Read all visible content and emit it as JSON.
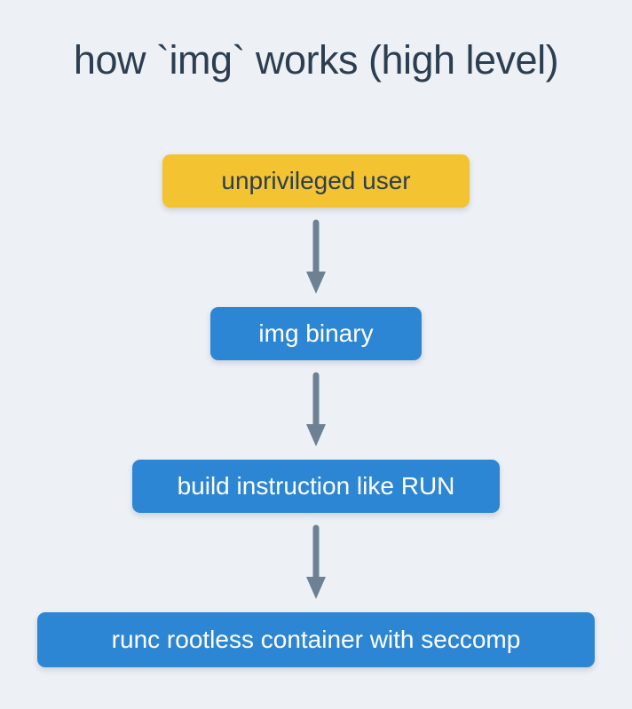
{
  "title": "how `img` works (high level)",
  "flow": {
    "nodes": [
      {
        "id": "unprivileged-user",
        "label": "unprivileged user",
        "type": "start"
      },
      {
        "id": "img-binary",
        "label": "img binary",
        "type": "process"
      },
      {
        "id": "build-instruction",
        "label": "build instruction like RUN",
        "type": "process"
      },
      {
        "id": "runc-rootless",
        "label": "runc rootless container with seccomp",
        "type": "process"
      }
    ],
    "arrow_icon": "arrow-down"
  },
  "colors": {
    "background": "#edf1f6",
    "title_text": "#2c3e50",
    "start_node_bg": "#f3c331",
    "start_node_text": "#2c3e50",
    "process_node_bg": "#2d86d4",
    "process_node_text": "#ffffff",
    "arrow": "#6c8193"
  }
}
